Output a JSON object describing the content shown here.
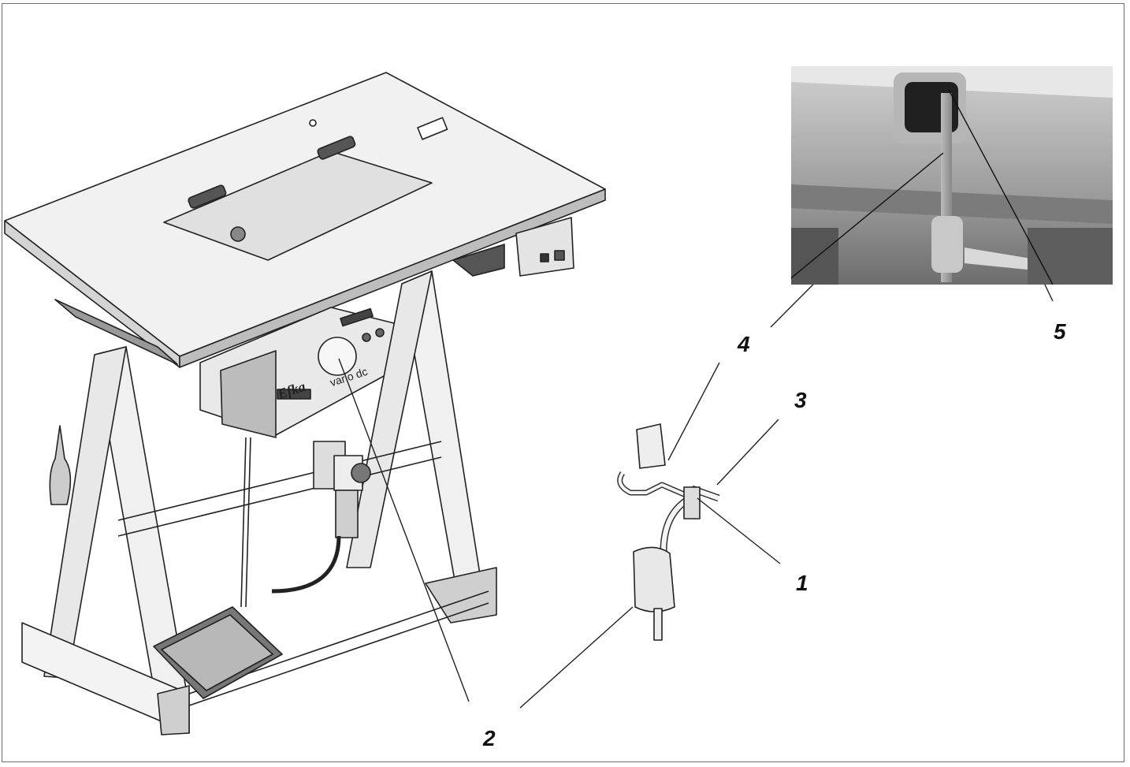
{
  "figure": {
    "callouts": [
      {
        "id": "1",
        "label": "1"
      },
      {
        "id": "2",
        "label": "2"
      },
      {
        "id": "3",
        "label": "3"
      },
      {
        "id": "4",
        "label": "4"
      },
      {
        "id": "5",
        "label": "5"
      }
    ],
    "motor_brand": "Efka",
    "motor_model": "vario dc"
  }
}
